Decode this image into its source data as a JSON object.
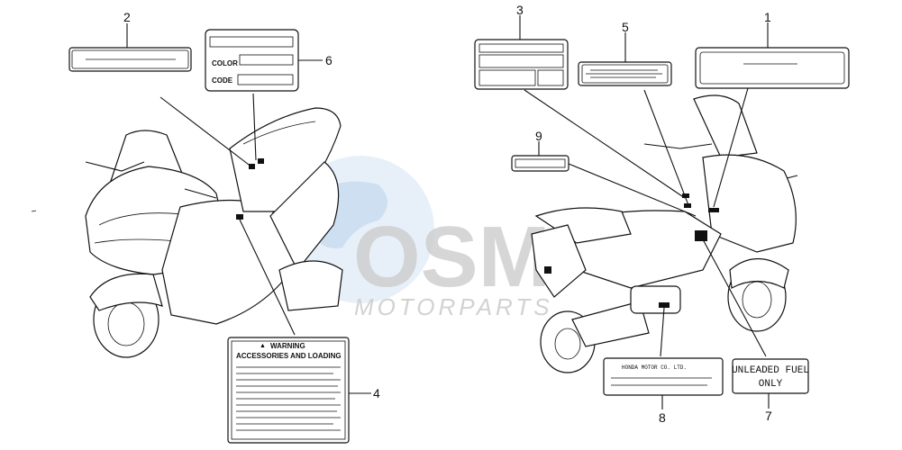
{
  "watermark": {
    "brand": "OSM",
    "tagline": "MOTORPARTS"
  },
  "callouts": [
    "1",
    "2",
    "3",
    "4",
    "5",
    "6",
    "7",
    "8",
    "9"
  ],
  "labels": {
    "color_code": {
      "color": "COLOR",
      "code": "CODE"
    },
    "warning": {
      "title": "WARNING",
      "subtitle": "ACCESSORIES AND LOADING"
    },
    "manufacturer": {
      "text": "HONDA MOTOR CO. LTD."
    },
    "fuel": {
      "line1": "UNLEADED FUEL",
      "line2": "ONLY"
    }
  },
  "colors": {
    "ink": "#111111",
    "watermark_gray": "#d0d0d0",
    "watermark_blue": "#c9dcf0"
  }
}
